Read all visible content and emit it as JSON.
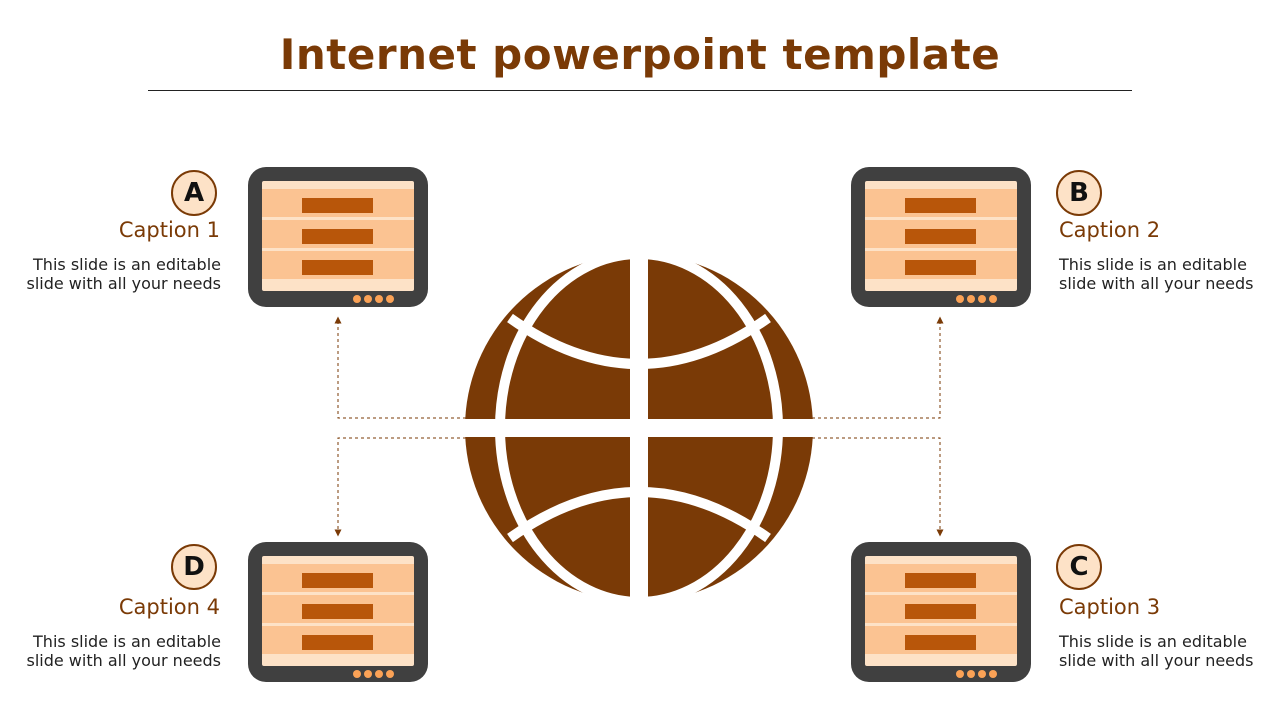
{
  "title": "Internet powerpoint template",
  "colors": {
    "accent": "#7a3a06",
    "device_frame": "#404040",
    "screen_light": "#fde2c7",
    "screen_band": "#fbc392",
    "screen_bar": "#b8560a",
    "dot": "#fba256"
  },
  "items": [
    {
      "badge": "A",
      "caption": "Caption 1",
      "body": "This slide is an editable slide with all your needs"
    },
    {
      "badge": "B",
      "caption": "Caption 2",
      "body": "This slide is an editable slide with all your needs"
    },
    {
      "badge": "C",
      "caption": "Caption 3",
      "body": "This slide is an editable slide with all your needs"
    },
    {
      "badge": "D",
      "caption": "Caption 4",
      "body": "This slide is an editable slide with all your needs"
    }
  ]
}
